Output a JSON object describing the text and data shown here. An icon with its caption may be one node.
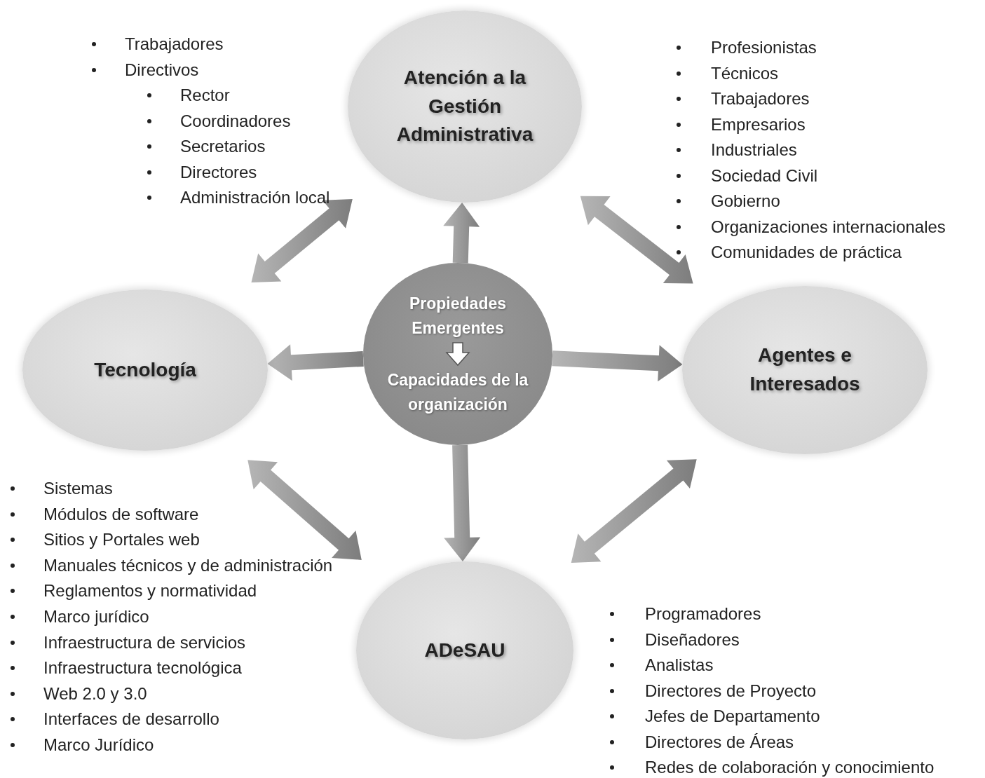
{
  "diagram": {
    "nodes": [
      {
        "text": [
          "Atención a la Gestión Administrativa"
        ],
        "beside": [
          "Trabajadores",
          "Directivos",
          "Rector",
          "Coordinadores",
          "Secretarios",
          "Directores",
          "Administración local"
        ]
      },
      {
        "text": [
          "Tecnología"
        ],
        "beside": [
          "Sistemas",
          "Módulos de software",
          "Sitios y Portales web",
          "Manuales técnicos y de administración",
          "Reglamentos y normatividad",
          "Marco jurídico",
          "Infraestructura de servicios",
          "Infraestructura tecnológica",
          "Web 2.0 y 3.0",
          "Interfaces de desarrollo",
          "Marco Jurídico"
        ]
      },
      {
        "text": [
          "Propiedades Emergentes",
          "Capacidades de la organización"
        ]
      },
      {
        "text": [
          "Agentes e Interesados"
        ],
        "beside": [
          "Profesionistas",
          "Técnicos",
          "Trabajadores",
          "Empresarios",
          "Industriales",
          "Sociedad Civil",
          "Gobierno",
          "Organizaciones internacionales",
          "Comunidades de práctica"
        ]
      },
      {
        "text": [
          "ADeSAU"
        ],
        "beside": [
          "Programadores",
          "Diseñadores",
          "Analistas",
          "Directores de Proyecto",
          "Jefes de Departamento",
          "Directores de Áreas",
          "Redes de colaboración y conocimiento"
        ]
      }
    ],
    "edges": [
      {
        "from": 2,
        "to": 0,
        "arrow": "to"
      },
      {
        "from": 2,
        "to": 3,
        "arrow": "to"
      },
      {
        "from": 2,
        "to": 4,
        "arrow": "to"
      },
      {
        "from": 2,
        "to": 1,
        "arrow": "to"
      },
      {
        "from": 1,
        "to": 0,
        "arrow": "both"
      },
      {
        "from": 0,
        "to": 3,
        "arrow": "both"
      },
      {
        "from": 3,
        "to": 4,
        "arrow": "both"
      },
      {
        "from": 1,
        "to": 4,
        "arrow": "both"
      }
    ]
  }
}
